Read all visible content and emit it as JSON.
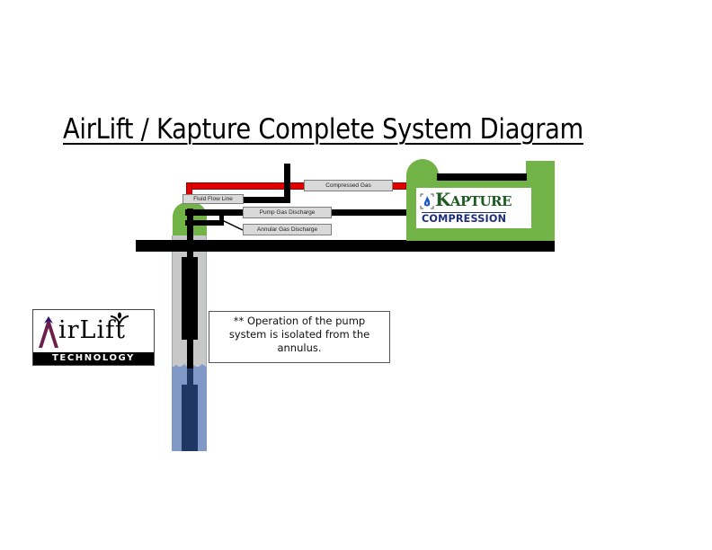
{
  "title": "AirLift / Kapture Complete System Diagram",
  "labels": {
    "compressed_gas": "Compressed Gas",
    "fluid_flow_line": "Fluid Flow Line",
    "pump_gas_discharge": "Pump Gas Discharge",
    "annular_gas_discharge": "Annular Gas Discharge"
  },
  "note": {
    "line1": "** Operation of the pump",
    "line2": "system is isolated from the",
    "line3": "annulus."
  },
  "kapture_logo": {
    "brand_first": "K",
    "brand_rest": "APTURE",
    "subtitle": "COMPRESSION",
    "icon": "flame-icon"
  },
  "airlift_logo": {
    "brand": "AirLift",
    "brand_a": "A",
    "brand_rest": "irLift",
    "subtitle": "TECHNOLOGY"
  },
  "colors": {
    "compressed_gas_line": "#e00000",
    "compressor_green": "#72b347",
    "pipe_black": "#000000",
    "casing_gray": "#c8c8c8",
    "fluid_blue": "#7f98c6",
    "tubing_navy": "#1f3763",
    "label_gray": "#d9d9d9",
    "kapture_green": "#1e5a22",
    "kapture_blue": "#1e2d7a"
  }
}
